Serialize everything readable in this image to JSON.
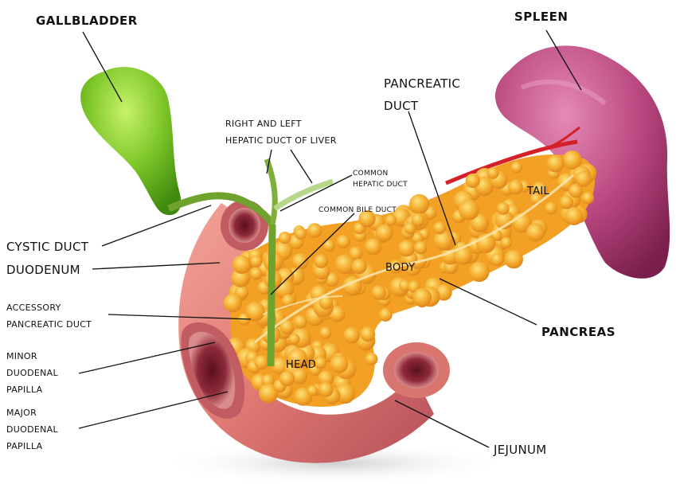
{
  "colors": {
    "gallbladder": "#7dc629",
    "gallbladder_dark": "#3f8a0e",
    "spleen": "#b9477f",
    "spleen_dark": "#7a1f4e",
    "pancreas": "#f2a125",
    "pancreas_light": "#fcd25a",
    "duodenum": "#e07a73",
    "duodenum_dark": "#a93f45",
    "artery": "#d5202a",
    "duct": "#7fae3a",
    "label_text": "#111111"
  },
  "labels": {
    "gallbladder": "GALLBLADDER",
    "spleen": "SPLEEN",
    "pancreatic_duct": "PANCREATIC\nDUCT",
    "hepatic_ducts": "RIGHT AND LEFT\nHEPATIC DUCT OF LIVER",
    "common_hepatic_duct": "COMMON\nHEPATIC DUCT",
    "common_bile_duct": "COMMON BILE DUCT",
    "tail": "TAIL",
    "cystic_duct": "CYSTIC DUCT",
    "duodenum": "DUODENUM",
    "body": "BODY",
    "accessory_pancreatic_duct": "ACCESSORY\nPANCREATIC DUCT",
    "pancreas": "PANCREAS",
    "minor_duodenal_papilla": "MINOR\nDUODENAL\nPAPILLA",
    "head": "HEAD",
    "major_duodenal_papilla": "MAJOR\nDUODENAL\nPAPILLA",
    "jejunum": "JEJUNUM"
  }
}
